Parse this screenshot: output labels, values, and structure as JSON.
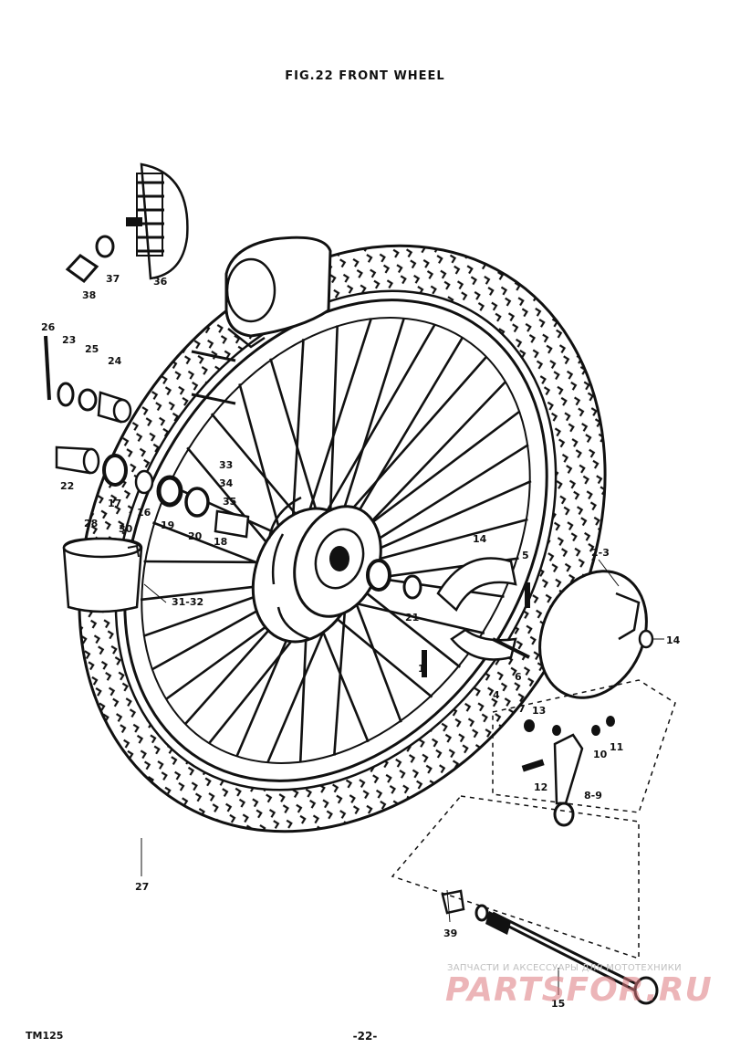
{
  "title": "FIG.22  FRONT WHEEL",
  "footer": {
    "model": "TM125",
    "page": "-22-"
  },
  "watermark": {
    "line1": "ЗАПЧАСТИ И АКСЕССУАРЫ ДЛЯ МОТОТЕХНИКИ",
    "logo": "PARTSFOR.RU"
  },
  "callouts": {
    "c36": "36",
    "c37": "37",
    "c38": "38",
    "c26": "26",
    "c23": "23",
    "c25": "25",
    "c24": "24",
    "c22": "22",
    "c17": "17",
    "c16": "16",
    "c19": "19",
    "c20": "20",
    "c33": "33",
    "c34": "34",
    "c35": "35",
    "c18": "18",
    "c28": "28",
    "c30": "30",
    "c3132": "31-32",
    "c14a": "14",
    "c5": "5",
    "c23b": "2-3",
    "c14b": "14",
    "c21": "21",
    "c6": "6",
    "c4": "4",
    "c1": "1",
    "c7": "7",
    "c13": "13",
    "c10": "10",
    "c11": "11",
    "c12": "12",
    "c89": "8-9",
    "c27": "27",
    "c39": "39",
    "c15": "15"
  }
}
